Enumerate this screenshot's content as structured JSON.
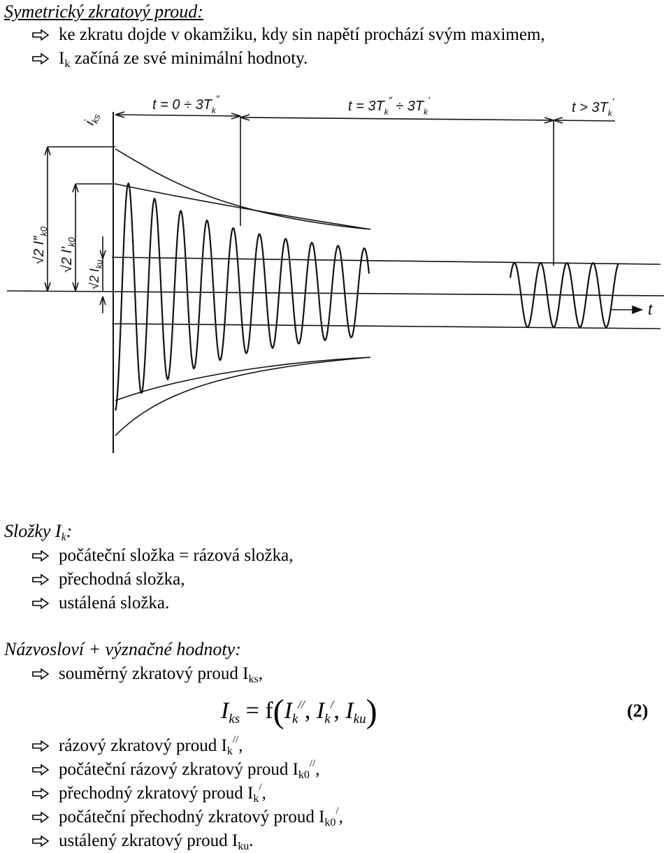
{
  "header": {
    "title": "Symetrický zkratový proud:",
    "bullets": [
      {
        "text": "ke zkratu dojde v okamžiku, kdy sin napětí prochází svým maximem,"
      },
      {
        "pre": "I",
        "sub": "k",
        "post": " začíná ze své minimální hodnoty."
      }
    ]
  },
  "figure": {
    "labels": {
      "t0": "t = 0 ÷ 3T",
      "t0_sub": "k",
      "t0_sup": "″",
      "t1": "t = 3T",
      "t1_sub": "k",
      "t1_sup": "″",
      "t1_mid": " ÷ 3T",
      "t1_sub2": "k",
      "t1_sup2": "′",
      "t2": "t > 3T",
      "t2_sub": "k",
      "t2_sup": "′",
      "iks": "i",
      "iks_sub": "ks",
      "axis_t": "t",
      "v1": "√2 I″",
      "v1_sub": "k0",
      "v2": "√2 I′",
      "v2_sub": "k0",
      "v3": "√2 I",
      "v3_sub": "ku"
    }
  },
  "components": {
    "title_pre": "Složky I",
    "title_sub": "k",
    "title_post": ":",
    "items": [
      "počáteční složka = rázová složka,",
      "přechodná složka,",
      "ustálená složka."
    ]
  },
  "nomenclature": {
    "title": "Názvosloví + význačné hodnoty:",
    "item1_pre": "souměrný zkratový proud I",
    "item1_sub": "ks",
    "item1_post": ",",
    "formula": {
      "lhs": "I",
      "lhs_sub": "ks",
      "eq": "= f",
      "a": "I",
      "a_sub": "k",
      "a_sup": "//",
      "b": "I",
      "b_sub": "k",
      "b_sup": "/",
      "c": "I",
      "c_sub": "ku",
      "number": "(2)"
    },
    "items": [
      {
        "pre": "rázový zkratový proud I",
        "sub": "k",
        "sup": "//",
        "post": ","
      },
      {
        "pre": "počáteční rázový zkratový proud I",
        "sub": "k0",
        "sup": "//",
        "post": ","
      },
      {
        "pre": "přechodný zkratový proud I",
        "sub": "k",
        "sup": "/",
        "post": ","
      },
      {
        "pre": "počáteční přechodný zkratový proud I",
        "sub": "k0",
        "sup": "/",
        "post": ","
      },
      {
        "pre": "ustálený zkratový proud I",
        "sub": "ku",
        "sup": "",
        "post": "."
      }
    ]
  }
}
